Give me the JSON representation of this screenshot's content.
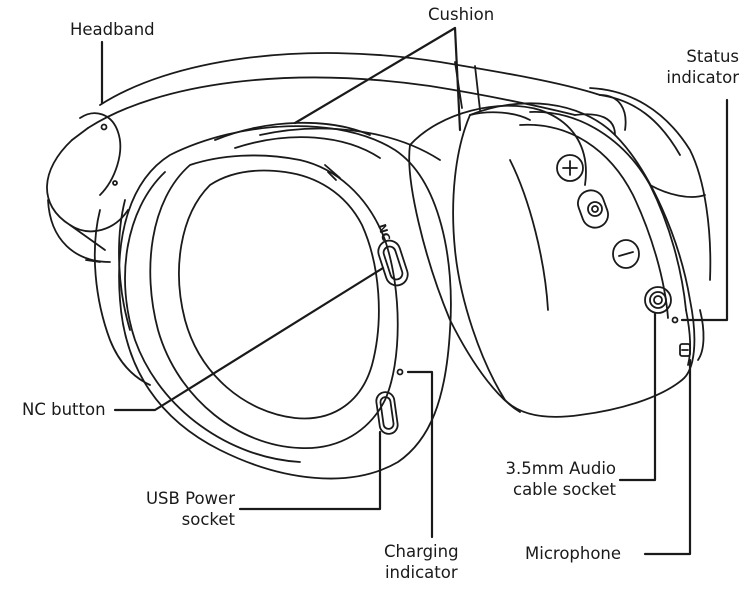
{
  "labels": {
    "headband": "Headband",
    "cushion": "Cushion",
    "status_indicator": [
      "Status",
      "indicator"
    ],
    "nc_button": "NC button",
    "usb_power_socket": [
      "USB Power",
      "socket"
    ],
    "charging_indicator": [
      "Charging",
      "indicator"
    ],
    "audio_socket": [
      "3.5mm Audio",
      "cable socket"
    ],
    "microphone": "Microphone"
  },
  "device_markings": {
    "nc_label": "NC"
  },
  "colors": {
    "ink": "#1a1a1a",
    "background": "#ffffff"
  }
}
